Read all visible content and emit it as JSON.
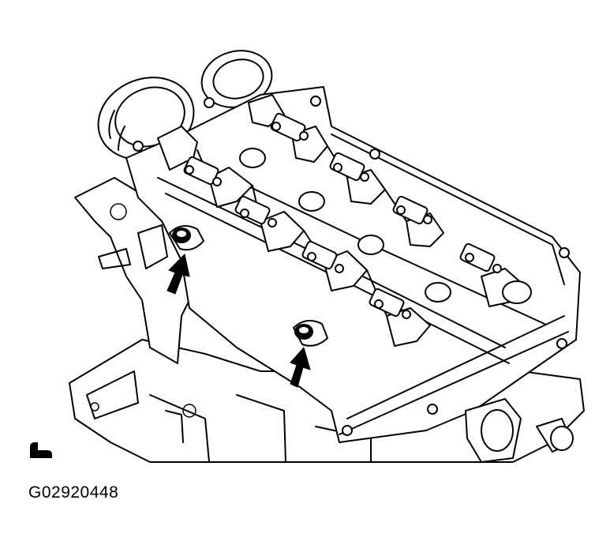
{
  "figure": {
    "code": "G02920448",
    "icon_name": "hand-tool-icon"
  },
  "arrows": [
    {
      "name": "arrow-left-valve-lifter"
    },
    {
      "name": "arrow-right-valve-lifter"
    }
  ]
}
